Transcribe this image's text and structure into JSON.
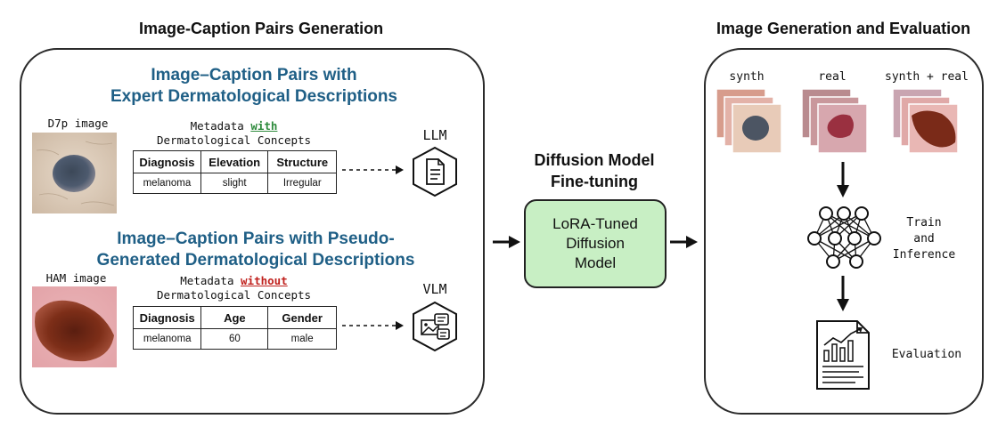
{
  "left_heading": "Image-Caption Pairs Generation",
  "right_heading": "Image Generation and Evaluation",
  "center_heading_line1": "Diffusion Model",
  "center_heading_line2": "Fine-tuning",
  "expert_section": {
    "title_line1": "Image–Caption Pairs with",
    "title_line2": "Expert Dermatological Descriptions",
    "image_label": "D7p image",
    "meta_prefix": "Metadata ",
    "meta_keyword": "with",
    "meta_line2": "Dermatological Concepts",
    "headers": [
      "Diagnosis",
      "Elevation",
      "Structure"
    ],
    "row": [
      "melanoma",
      "slight",
      "Irregular"
    ],
    "model_label": "LLM"
  },
  "pseudo_section": {
    "title_line1": "Image–Caption Pairs with Pseudo-",
    "title_line2": "Generated Dermatological Descriptions",
    "image_label": "HAM image",
    "meta_prefix": "Metadata ",
    "meta_keyword": "without",
    "meta_line2": "Dermatological Concepts",
    "headers": [
      "Diagnosis",
      "Age",
      "Gender"
    ],
    "row": [
      "melanoma",
      "60",
      "male"
    ],
    "model_label": "VLM"
  },
  "lora_box": {
    "line1": "LoRA-Tuned",
    "line2": "Diffusion",
    "line3": "Model"
  },
  "right_panel": {
    "stack_labels": [
      "synth",
      "real",
      "synth + real"
    ],
    "train_line1": "Train",
    "train_line2": "and",
    "train_line3": "Inference",
    "evaluation": "Evaluation"
  },
  "colors": {
    "subhead_blue": "#1f5f86",
    "with_green": "#2e8b3c",
    "without_red": "#c0211d",
    "lora_fill": "#c8efc4"
  },
  "icons": {
    "llm": "document-hexagon-icon",
    "vlm": "image-text-hexagon-icon",
    "network": "neural-network-icon",
    "evaluation": "chart-report-icon"
  }
}
